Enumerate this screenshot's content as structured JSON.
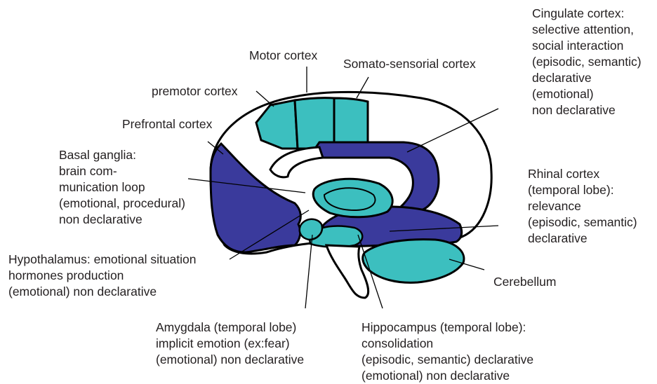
{
  "colors": {
    "limbic_teal": "#3cbfbf",
    "cortex_indigo": "#3a3a9c",
    "outline": "#000000",
    "text": "#231f20"
  },
  "labels": {
    "motor": "Motor cortex",
    "somato": "Somato-sensorial cortex",
    "premotor": "premotor cortex",
    "prefrontal": "Prefrontal cortex",
    "cingulate": [
      "Cingulate cortex:",
      "selective attention,",
      "social interaction",
      "(episodic, semantic)",
      "declarative",
      "(emotional)",
      "non declarative"
    ],
    "basal": [
      "Basal ganglia:",
      "brain com-",
      "munication loop",
      "(emotional, procedural)",
      "non declarative"
    ],
    "rhinal": [
      "Rhinal cortex",
      "(temporal lobe):",
      "relevance",
      "(episodic, semantic)",
      "declarative"
    ],
    "hypothalamus": [
      "Hypothalamus: emotional situation",
      "hormones production",
      "(emotional) non declarative"
    ],
    "cerebellum": "Cerebellum",
    "amygdala": [
      "Amygdala (temporal lobe)",
      "implicit emotion (ex:fear)",
      "(emotional) non declarative"
    ],
    "hippocampus": [
      "Hippocampus (temporal lobe):",
      "consolidation",
      "(episodic, semantic) declarative",
      "(emotional) non declarative"
    ]
  }
}
